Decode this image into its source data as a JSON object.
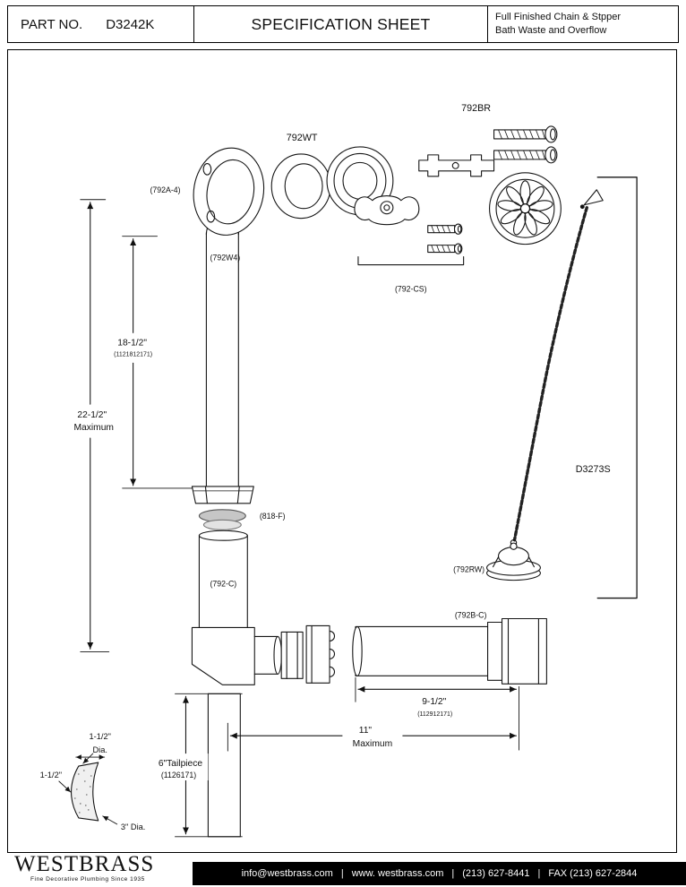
{
  "header": {
    "part_no_label": "PART NO.",
    "part_no_value": "D3242K",
    "title": "SPECIFICATION SHEET",
    "subtitle_line1": "Full Finished Chain & Stpper",
    "subtitle_line2": "Bath Waste and Overflow"
  },
  "diagram": {
    "labels": {
      "wt": "792WT",
      "br": "792BR",
      "a4": "(792A-4)",
      "w4": "(792W4)",
      "cs": "(792-CS)",
      "d3273s": "D3273S",
      "f818": "(818-F)",
      "c792": "(792-C)",
      "rw": "(792RW)",
      "bc": "(792B-C)"
    },
    "dimensions": {
      "dim_18": {
        "value": "18-1/2\"",
        "code": "(1121812171)"
      },
      "dim_22": {
        "value": "22-1/2\"",
        "note": "Maximum"
      },
      "dim_9": {
        "value": "9-1/2\"",
        "code": "(112912171)"
      },
      "dim_11": {
        "value": "11\"",
        "note": "Maximum"
      },
      "tailpiece": {
        "value": "6\"Tailpiece",
        "code": "(1126171)"
      },
      "dia_top": {
        "value": "1-1/2\"",
        "note": "Dia."
      },
      "dia_left": {
        "value": "1-1/2\""
      },
      "dia_bottom": {
        "value": "3\" Dia."
      }
    }
  },
  "footer": {
    "brand": "WESTBRASS",
    "tagline": "Fine Decorative Plumbing Since 1935",
    "separator": "|",
    "contact": [
      "info@westbrass.com",
      "www. westbrass.com",
      "(213) 627-8441",
      "FAX (213) 627-2844"
    ]
  }
}
